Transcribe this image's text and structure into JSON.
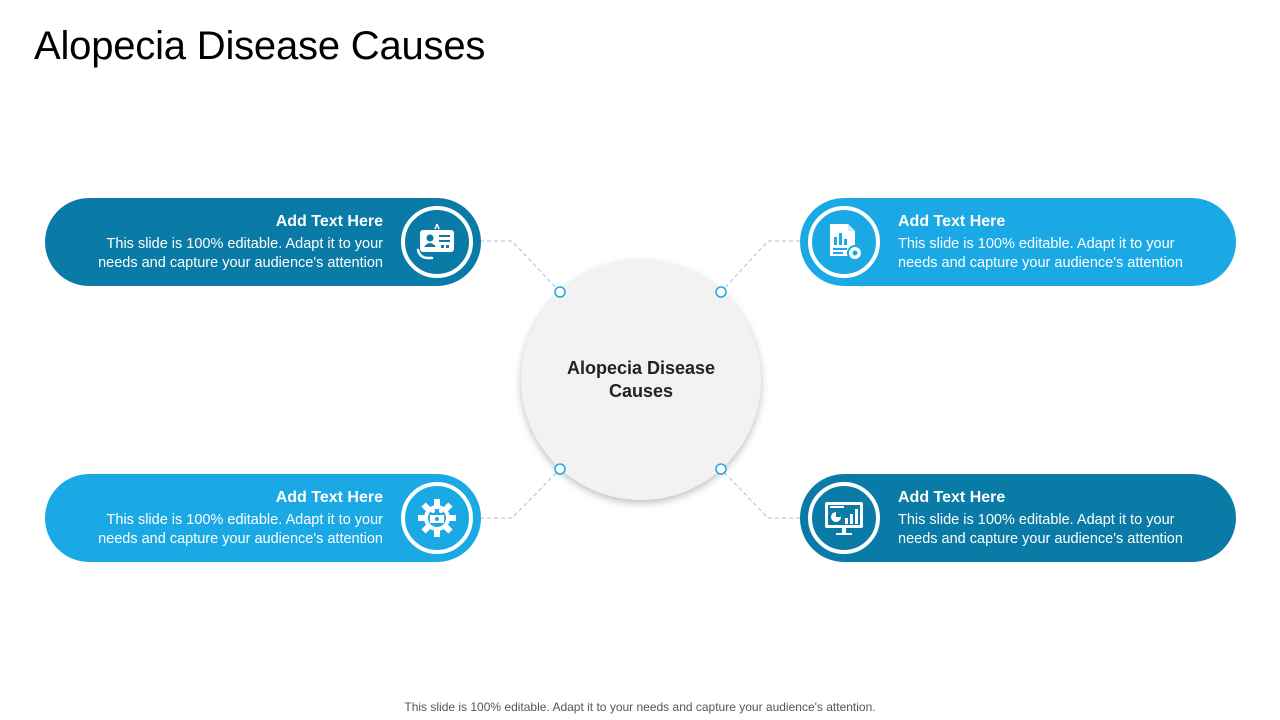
{
  "slide": {
    "title": "Alopecia Disease Causes",
    "center_label": "Alopecia Disease Causes",
    "footer_note": "This slide is 100% editable. Adapt it to your needs and capture your audience's attention."
  },
  "items": [
    {
      "heading": "Add Text Here",
      "body": "This slide is 100% editable. Adapt it to your needs and capture your audience's attention",
      "icon": "id-card-icon",
      "color": "#0a7aa6"
    },
    {
      "heading": "Add Text Here",
      "body": "This slide is 100% editable. Adapt it to your needs and capture your audience's attention",
      "icon": "report-gear-icon",
      "color": "#1ba9e6"
    },
    {
      "heading": "Add Text Here",
      "body": "This slide is 100% editable. Adapt it to your needs and capture your audience's attention",
      "icon": "gear-money-icon",
      "color": "#1ba9e6"
    },
    {
      "heading": "Add Text Here",
      "body": "This slide is 100% editable. Adapt it to your needs and capture your audience's attention",
      "icon": "monitor-chart-icon",
      "color": "#0a7aa6"
    }
  ],
  "colors": {
    "dark_blue": "#0a7aa6",
    "light_blue": "#1ba9e6",
    "center_fill": "#f2f2f2"
  }
}
